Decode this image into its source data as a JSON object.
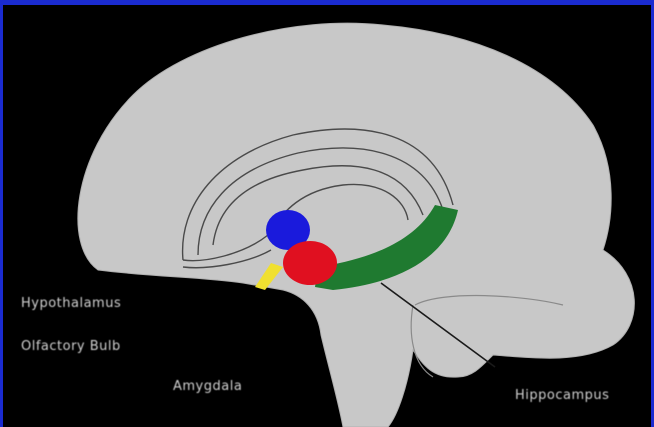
{
  "labels": {
    "hypothalamus": "Hypothalamus",
    "olfactory_bulb": "Olfactory Bulb",
    "amygdala": "Amygdala",
    "hippocampus": "Hippocampus"
  },
  "colors": {
    "border": "#1a2bd0",
    "background": "#000000",
    "brain": "#c8c8c8",
    "hypothalamus": "#1a1adc",
    "amygdala": "#e01020",
    "olfactory_bulb": "#f0e030",
    "hippocampus": "#1f7a30"
  }
}
